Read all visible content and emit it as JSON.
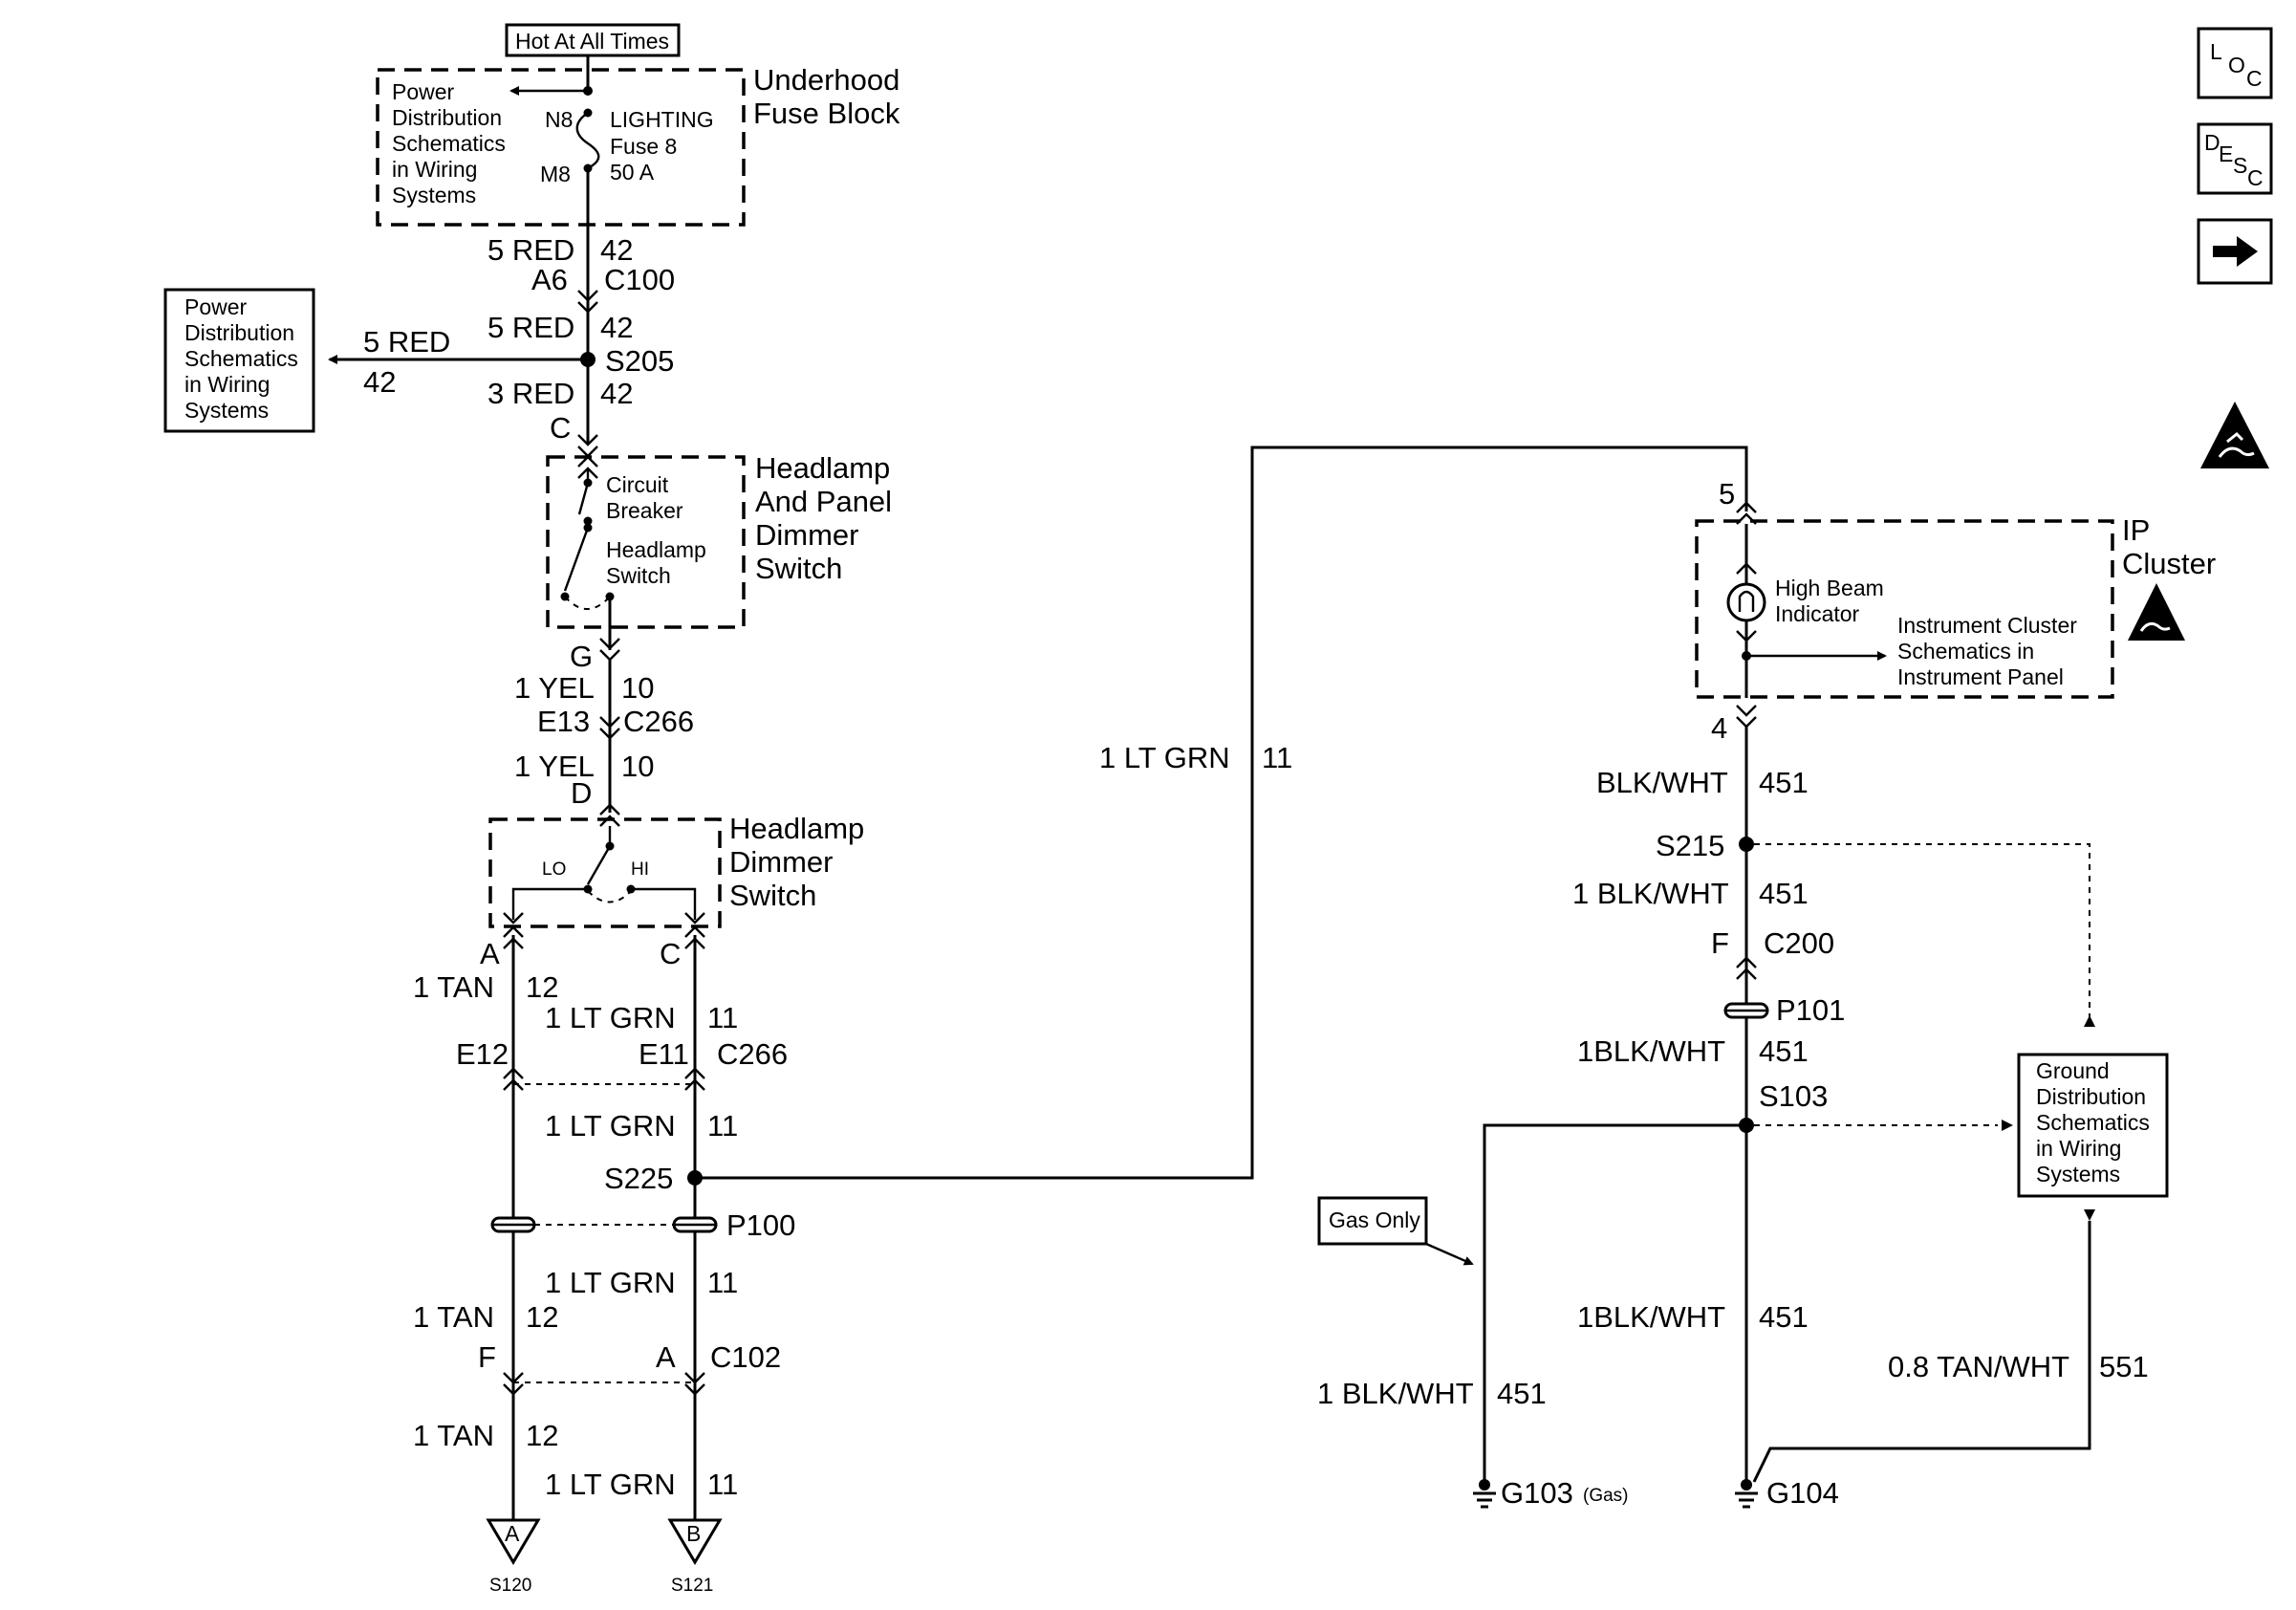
{
  "nav": {
    "loc": {
      "l1": "L",
      "l2": "O",
      "l3": "C"
    },
    "desc": {
      "l1": "D",
      "l2": "E",
      "l3": "S",
      "l4": "C"
    }
  },
  "top": {
    "hot_label": "Hot At All Times",
    "fuse_block": [
      "Underhood",
      "Fuse Block"
    ],
    "pd_inner": [
      "Power",
      "Distribution",
      "Schematics",
      "in Wiring",
      "Systems"
    ],
    "n8": "N8",
    "m8": "M8",
    "fuse": [
      "LIGHTING",
      "Fuse 8",
      "50 A"
    ]
  },
  "left_wires": {
    "w1_color": "5 RED",
    "w1_circ": "42",
    "c100_pin": "A6",
    "c100": "C100",
    "w2_color": "5 RED",
    "w2_circ": "42",
    "s205": "S205",
    "branch_color": "5 RED",
    "branch_circ": "42",
    "w3_color": "3 RED",
    "w3_circ": "42",
    "pin_c": "C"
  },
  "pd_left": [
    "Power",
    "Distribution",
    "Schematics",
    "in Wiring",
    "Systems"
  ],
  "hp_switch": {
    "title": [
      "Headlamp",
      "And Panel",
      "Dimmer",
      "Switch"
    ],
    "cb": [
      "Circuit",
      "Breaker"
    ],
    "hs": [
      "Headlamp",
      "Switch"
    ]
  },
  "mid_wires": {
    "pin_g": "G",
    "y1_color": "1 YEL",
    "y1_circ": "10",
    "e13": "E13",
    "c266": "C266",
    "y2_color": "1 YEL",
    "y2_circ": "10",
    "pin_d": "D"
  },
  "dimmer": {
    "title": [
      "Headlamp",
      "Dimmer",
      "Switch"
    ],
    "lo": "LO",
    "hi": "HI"
  },
  "lower_left": {
    "pin_a": "A",
    "pin_c": "C",
    "tan1_color": "1 TAN",
    "tan1_circ": "12",
    "grn1_color": "1 LT GRN",
    "grn1_circ": "11",
    "e12": "E12",
    "e11": "E11",
    "c266": "C266",
    "grn2_color": "1 LT GRN",
    "grn2_circ": "11",
    "s225": "S225",
    "p100": "P100",
    "grn3_color": "1 LT GRN",
    "grn3_circ": "11",
    "tan2_color": "1 TAN",
    "tan2_circ": "12",
    "pin_f": "F",
    "pin_a2": "A",
    "c102": "C102",
    "tan3_color": "1 TAN",
    "tan3_circ": "12",
    "grn4_color": "1 LT GRN",
    "grn4_circ": "11",
    "tri_a": "A",
    "tri_b": "B",
    "s120": "S120",
    "s121": "S121"
  },
  "center": {
    "grn_color": "1 LT GRN",
    "grn_circ": "11"
  },
  "ip": {
    "pin5": "5",
    "title": [
      "IP",
      "Cluster"
    ],
    "hb": [
      "High Beam",
      "Indicator"
    ],
    "ics": [
      "Instrument Cluster",
      "Schematics in",
      "Instrument Panel"
    ],
    "pin4": "4"
  },
  "right": {
    "bw1_color": "BLK/WHT",
    "bw1_circ": "451",
    "s215": "S215",
    "bw2_color": "1 BLK/WHT",
    "bw2_circ": "451",
    "pin_f": "F",
    "c200": "C200",
    "p101": "P101",
    "bw3_color": "1BLK/WHT",
    "bw3_circ": "451",
    "s103": "S103",
    "gas_only": "Gas Only",
    "gd": [
      "Ground",
      "Distribution",
      "Schematics",
      "in Wiring",
      "Systems"
    ],
    "bw4_color": "1BLK/WHT",
    "bw4_circ": "451",
    "tw_color": "0.8 TAN/WHT",
    "tw_circ": "551",
    "bw5_color": "1 BLK/WHT",
    "bw5_circ": "451",
    "g103": "G103",
    "g103_note": "(Gas)",
    "g104": "G104"
  }
}
